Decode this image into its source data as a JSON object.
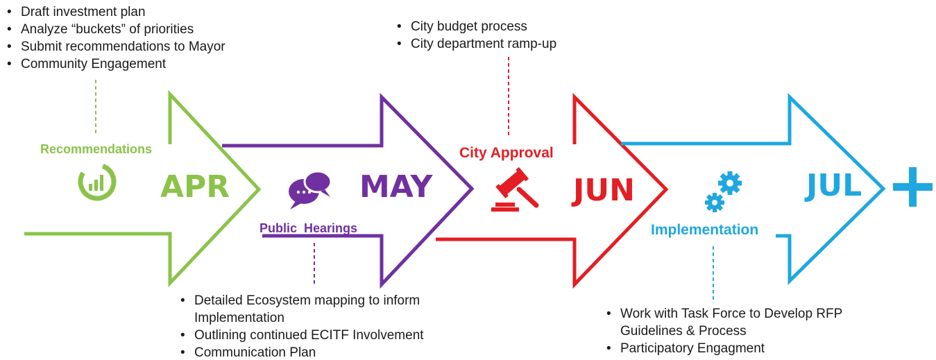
{
  "colors": {
    "recommendations": "#8bc34a",
    "public_hearings": "#7030a0",
    "city_approval": "#e31e24",
    "implementation": "#1ea7e0",
    "text": "#1a1a1a"
  },
  "stages": [
    {
      "month": "APR",
      "phase": "Recommendations",
      "icon": "chart-icon",
      "bullets": [
        "Draft investment plan",
        "Analyze “buckets” of priorities",
        "Submit recommendations to Mayor",
        "Community Engagement"
      ]
    },
    {
      "month": "MAY",
      "phase": "Public  Hearings",
      "icon": "speech-bubbles-icon",
      "bullets": [
        "Detailed Ecosystem mapping to inform Implementation",
        "Outlining continued ECITF Involvement",
        "Communication Plan"
      ]
    },
    {
      "month": "JUN",
      "phase": "City Approval",
      "icon": "gavel-icon",
      "bullets": [
        "City budget process",
        "City department ramp-up"
      ]
    },
    {
      "month": "JUL",
      "phase": "Implementation",
      "icon": "gears-icon",
      "bullets": [
        "Work with Task Force to Develop RFP Guidelines & Process",
        "Participatory Engagment"
      ]
    }
  ],
  "plus_symbol": "+"
}
